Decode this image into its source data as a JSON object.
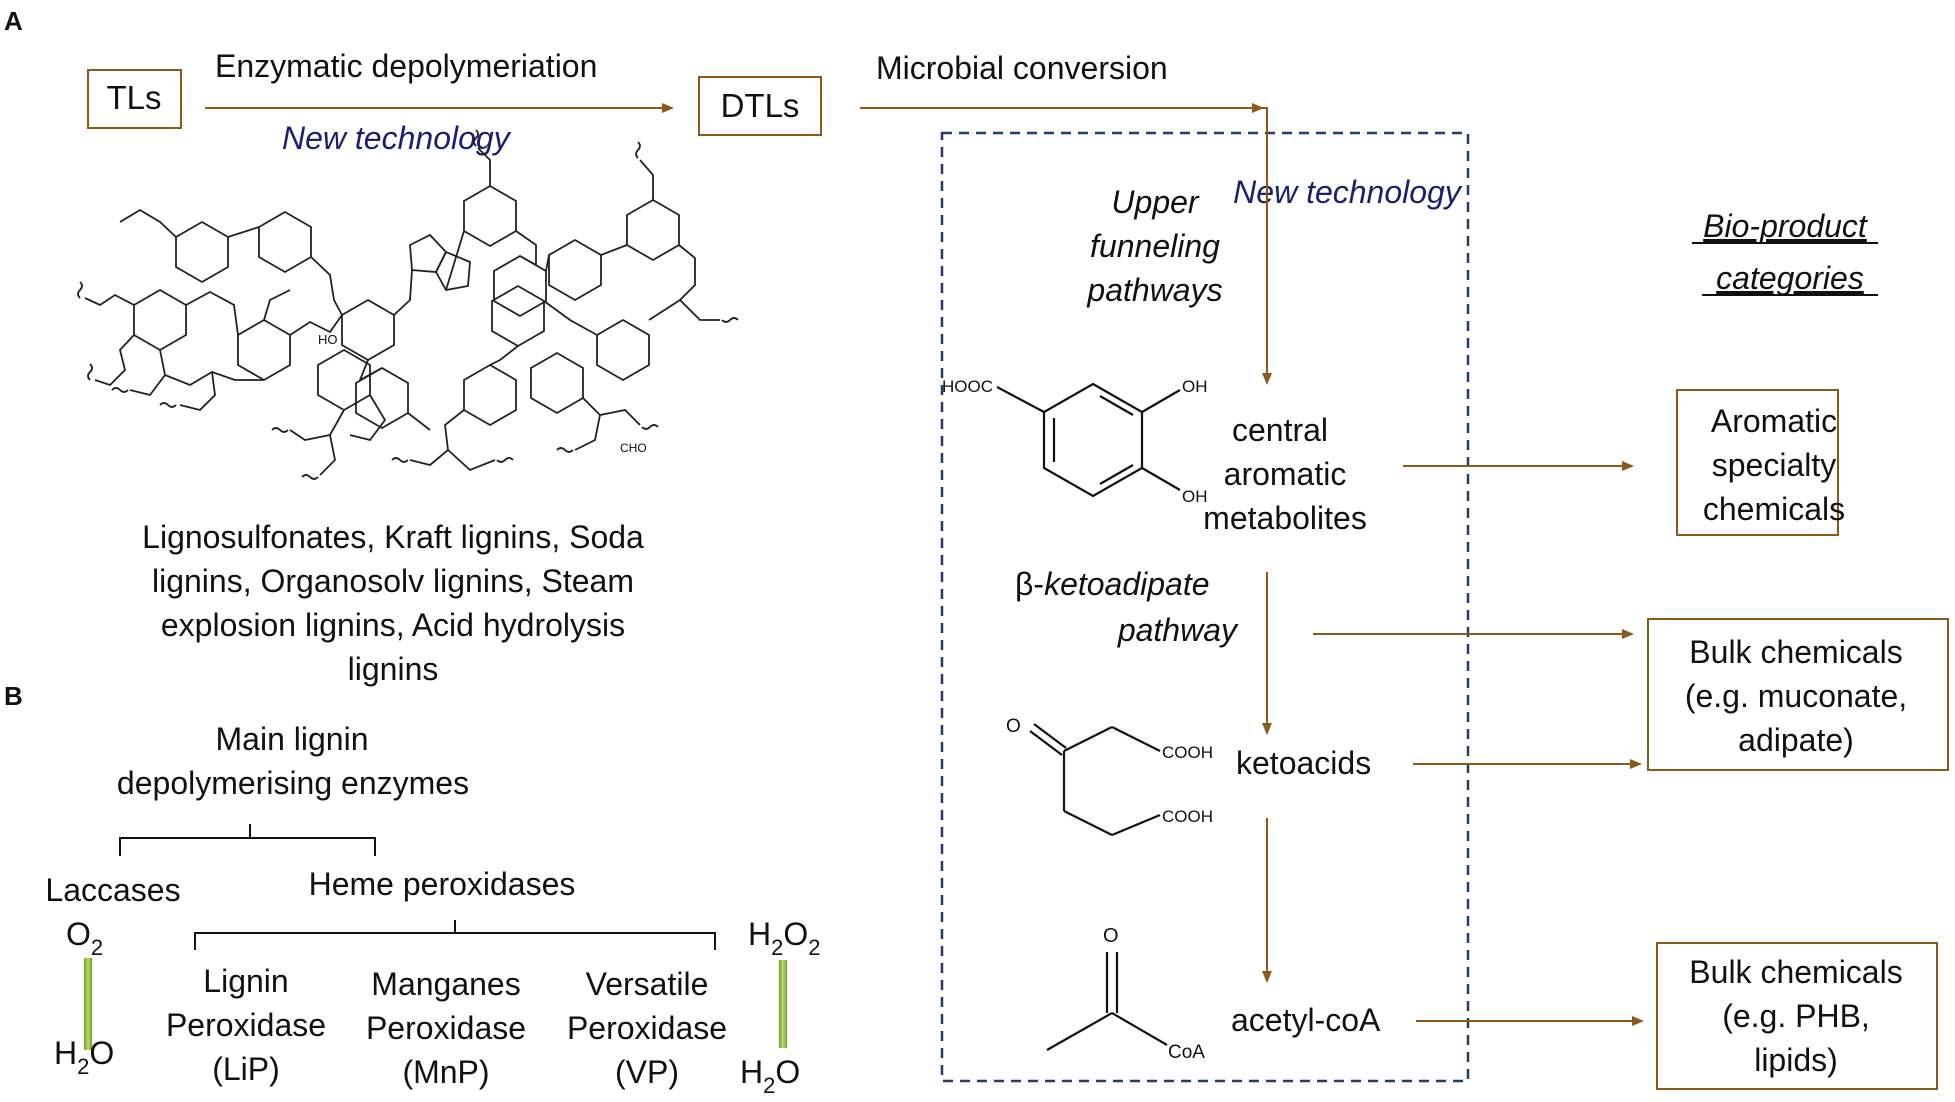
{
  "panels": {
    "a": "A",
    "b": "B"
  },
  "panel_a": {
    "tls": "TLs",
    "enzymatic": "Enzymatic depolymeriation",
    "new_tech_1": "New technology",
    "dtls": "DTLs",
    "microbial": "Microbial conversion",
    "new_tech_2": "New technology",
    "upper_funneling": [
      "Upper",
      "funneling",
      "pathways"
    ],
    "bio_product": [
      "Bio-product",
      "categories"
    ],
    "lignin_types": [
      "Lignosulfonates, Kraft lignins, Soda",
      "lignins, Organosolv lignins, Steam",
      "explosion lignins, Acid hydrolysis",
      "lignins"
    ],
    "central": [
      "central",
      "aromatic",
      "metabolites"
    ],
    "beta_prefix": "β-",
    "beta_ital": "ketoadipate",
    "pathway": "pathway",
    "ketoacids": "ketoacids",
    "acetyl": "acetyl-coA",
    "aromatic_box": [
      "Aromatic",
      "specialty",
      "chemicals"
    ],
    "bulk_box_1": [
      "Bulk chemicals",
      "(e.g. muconate,",
      "adipate)"
    ],
    "bulk_box_2": [
      "Bulk chemicals",
      "(e.g. PHB,",
      "lipids)"
    ],
    "chem_labels": {
      "hooc": "HOOC",
      "oh1": "OH",
      "oh2": "OH",
      "o_keto": "O",
      "cooh1": "COOH",
      "cooh2": "COOH",
      "o_acetyl": "O",
      "coa": "CoA",
      "ho_lignin": "HO",
      "cho_lignin": "CHO"
    }
  },
  "panel_b": {
    "main_title": [
      "Main lignin",
      "depolymerising enzymes"
    ],
    "laccases": "Laccases",
    "heme": "Heme peroxidases",
    "o2": "O",
    "o2_sub": "2",
    "h2o_left": "H",
    "h2o_left_sub": "2",
    "h2o_left_end": "O",
    "h2o2": "H",
    "h2o2_sub1": "2",
    "h2o2_mid": "O",
    "h2o2_sub2": "2",
    "h2o_right": "H",
    "h2o_right_sub": "2",
    "h2o_right_end": "O",
    "lip": [
      "Lignin",
      "Peroxidase",
      "(LiP)"
    ],
    "mnp": [
      "Manganes",
      "Peroxidase",
      "(MnP)"
    ],
    "vp": [
      "Versatile",
      "Peroxidase",
      "(VP)"
    ]
  },
  "colors": {
    "arrow": "#8b5a1b",
    "box_border": "#8b5a1b",
    "dashed": "#1f3f70",
    "navy_text": "#1b1f6e",
    "green_bar": "#8fbf3f"
  }
}
